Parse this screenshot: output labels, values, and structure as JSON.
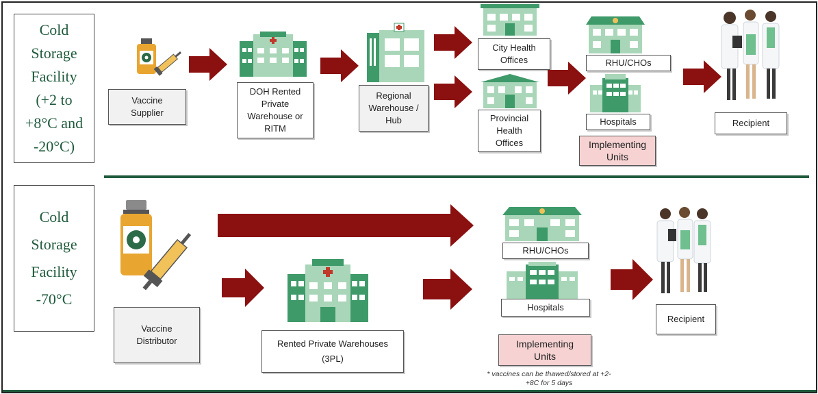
{
  "top": {
    "facility": "Cold Storage Facility (+2 to +8°C and -20°C)",
    "facility_lines": [
      "Cold",
      "Storage",
      "Facility",
      "(+2 to",
      "+8°C and",
      "-20°C)"
    ],
    "supplier": "Vaccine Supplier",
    "doh": "DOH Rented Private Warehouse or RITM",
    "regional": "Regional Warehouse / Hub",
    "city": "City Health Offices",
    "provincial": "Provincial Health Offices",
    "rhu": "RHU/CHOs",
    "hospitals": "Hospitals",
    "implementing": "Implementing Units",
    "recipient": "Recipient"
  },
  "bottom": {
    "facility": "Cold Storage Facility -70°C",
    "facility_lines": [
      "Cold",
      "Storage",
      "Facility",
      "-70°C"
    ],
    "distributor": "Vaccine Distributor",
    "warehouses_line1": "Rented Private Warehouses",
    "warehouses_line2": "(3PL)",
    "rhu": "RHU/CHOs",
    "hospitals": "Hospitals",
    "implementing": "Implementing Units",
    "note": "* vaccines can be thawed/stored at +2-+8C for 5 days",
    "recipient": "Recipient"
  },
  "colors": {
    "arrow": "#8b1010",
    "building": "#3f9a6a",
    "building_light": "#a9d6b8",
    "accent_green": "#1f5a3c",
    "pink": "#f6d2d2",
    "vial": "#e8a530"
  },
  "icons": [
    "vaccine-vial-syringe-icon",
    "warehouse-icon",
    "hospital-building-icon",
    "health-office-icon",
    "health-workers-icon"
  ]
}
